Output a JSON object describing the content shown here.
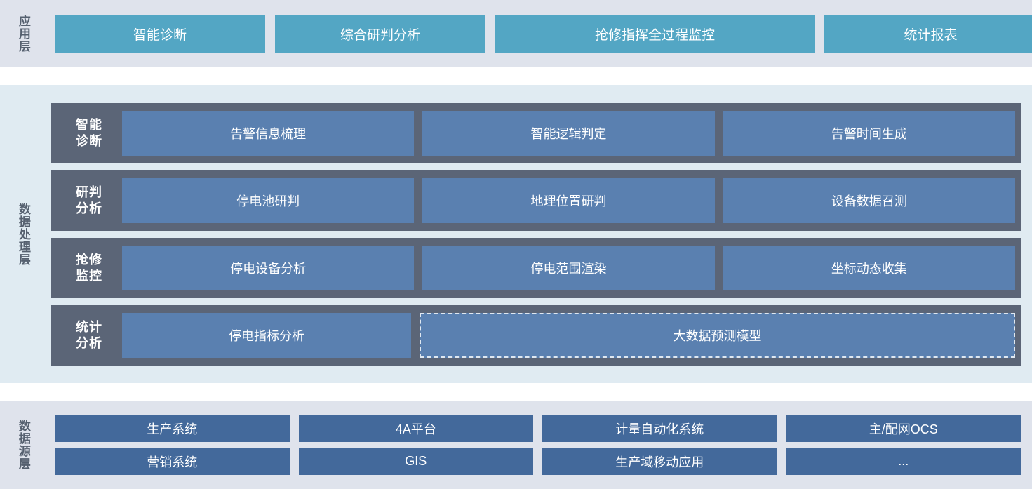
{
  "colors": {
    "app_box": "#53a6c4",
    "proc_row": "#5b6577",
    "proc_cell": "#5a80b0",
    "source_box": "#43699b",
    "panel_app": "#dfe3ec",
    "panel_proc": "#e0ebf2",
    "panel_source": "#dfe3ec",
    "label_text": "#55606f"
  },
  "application_layer": {
    "label": "应用层",
    "boxes": [
      {
        "label": "智能诊断"
      },
      {
        "label": "综合研判分析"
      },
      {
        "label": "抢修指挥全过程监控"
      },
      {
        "label": "统计报表"
      }
    ]
  },
  "data_processing_layer": {
    "label": "数据处理层",
    "rows": [
      {
        "label_line1": "智能",
        "label_line2": "诊断",
        "cells": [
          {
            "label": "告警信息梳理",
            "dashed": false
          },
          {
            "label": "智能逻辑判定",
            "dashed": false
          },
          {
            "label": "告警时间生成",
            "dashed": false
          }
        ]
      },
      {
        "label_line1": "研判",
        "label_line2": "分析",
        "cells": [
          {
            "label": "停电池研判",
            "dashed": false
          },
          {
            "label": "地理位置研判",
            "dashed": false
          },
          {
            "label": "设备数据召测",
            "dashed": false
          }
        ]
      },
      {
        "label_line1": "抢修",
        "label_line2": "监控",
        "cells": [
          {
            "label": "停电设备分析",
            "dashed": false
          },
          {
            "label": "停电范围渲染",
            "dashed": false
          },
          {
            "label": "坐标动态收集",
            "dashed": false
          }
        ]
      },
      {
        "label_line1": "统计",
        "label_line2": "分析",
        "cells": [
          {
            "label": "停电指标分析",
            "dashed": false
          },
          {
            "label": "大数据预测模型",
            "dashed": true
          }
        ]
      }
    ]
  },
  "data_source_layer": {
    "label": "数据源层",
    "rows": [
      [
        {
          "label": "生产系统"
        },
        {
          "label": "4A平台"
        },
        {
          "label": "计量自动化系统"
        },
        {
          "label": "主/配网OCS"
        }
      ],
      [
        {
          "label": "营销系统"
        },
        {
          "label": "GIS"
        },
        {
          "label": "生产域移动应用"
        },
        {
          "label": "..."
        }
      ]
    ]
  }
}
